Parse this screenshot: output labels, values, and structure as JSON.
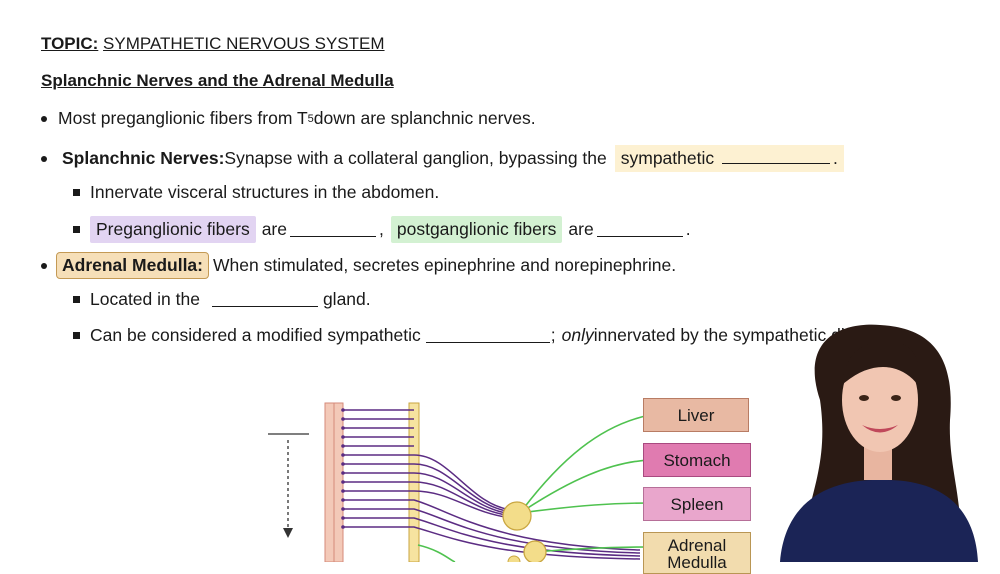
{
  "topic": {
    "label": "TOPIC:",
    "value": "SYMPATHETIC NERVOUS SYSTEM"
  },
  "section_title": "Splanchnic Nerves and the Adrenal Medulla",
  "bullets": {
    "b1": {
      "pre": "Most preganglionic fibers from T",
      "sub": "5",
      "post": " down are splanchnic nerves."
    },
    "b2": {
      "bold": "Splanchnic Nerves:",
      "text": " Synapse with a collateral ganglion, bypassing the",
      "highlight": "sympathetic",
      "end": "."
    },
    "b2a": {
      "text": "Innervate visceral structures in the abdomen."
    },
    "b2b": {
      "hl1": "Preganglionic fibers",
      "mid": "are",
      "comma": ",",
      "hl2": "postganglionic fibers",
      "mid2": "are",
      "end": "."
    },
    "b3": {
      "boxed": "Adrenal Medulla:",
      "text": " When stimulated, secretes epinephrine and norepinephrine."
    },
    "b3a": {
      "pre": "Located in the",
      "post": "gland."
    },
    "b3b": {
      "pre": "Can be considered a modified sympathetic",
      "semi": ";",
      "italic": "only",
      "post": " innervated by the sympathetic di"
    }
  },
  "diagram": {
    "organs": [
      {
        "label": "Liver",
        "color": "#e8b9a3"
      },
      {
        "label": "Stomach",
        "color": "#e07bb0"
      },
      {
        "label": "Spleen",
        "color": "#e9a6cc"
      },
      {
        "label": "Adrenal Medulla",
        "color": "#f2dcae"
      }
    ],
    "colors": {
      "preganglionic": "#5b2c83",
      "postganglionic": "#4fc24f",
      "ganglion": "#f0d87a",
      "cord": "#f3c9b8"
    }
  }
}
